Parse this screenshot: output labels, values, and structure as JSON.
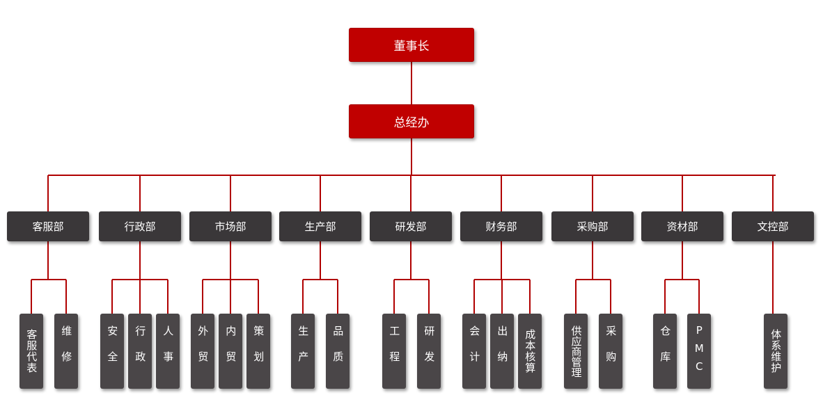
{
  "chairman": "董事长",
  "general_office": "总经办",
  "departments": [
    {
      "name": "客服部",
      "subs": [
        "客服代表",
        "维修"
      ]
    },
    {
      "name": "行政部",
      "subs": [
        "安全",
        "行政",
        "人事"
      ]
    },
    {
      "name": "市场部",
      "subs": [
        "外贸",
        "内贸",
        "策划"
      ]
    },
    {
      "name": "生产部",
      "subs": [
        "生产",
        "品质"
      ]
    },
    {
      "name": "研发部",
      "subs": [
        "工程",
        "研发"
      ]
    },
    {
      "name": "财务部",
      "subs": [
        "会计",
        "出纳",
        "成本核算"
      ]
    },
    {
      "name": "采购部",
      "subs": [
        "供应商管理",
        "采购"
      ]
    },
    {
      "name": "资材部",
      "subs": [
        "仓库",
        "PMC"
      ]
    },
    {
      "name": "文控部",
      "subs": [
        "体系维护"
      ]
    }
  ],
  "colors": {
    "top_fill": "#c00000",
    "connector": "#b00000",
    "dept_fill": "#3a3739",
    "leaf_fill": "#4a4648",
    "text": "#ffffff"
  }
}
